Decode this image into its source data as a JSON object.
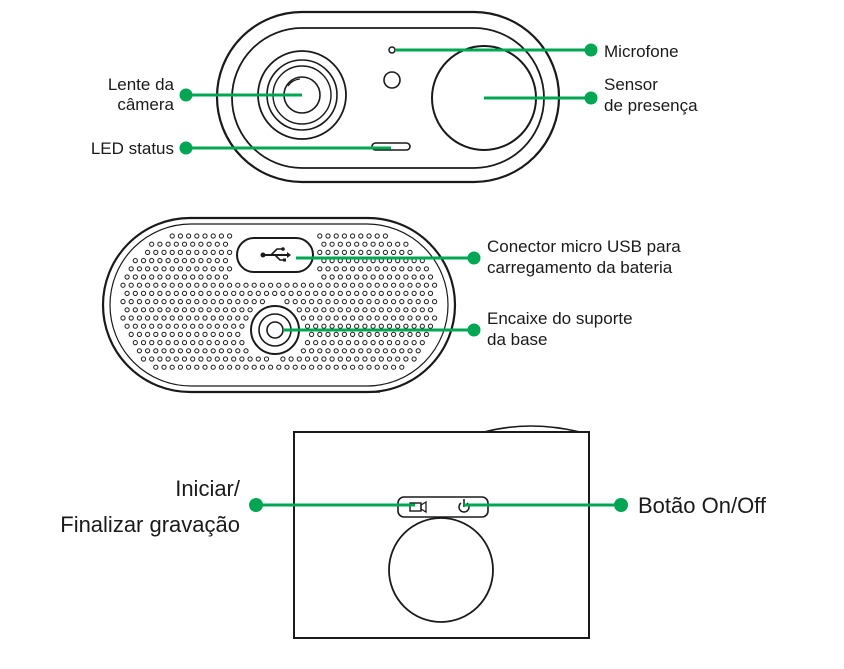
{
  "colors": {
    "accent": "#00a651",
    "outline": "#1a1a1a",
    "background": "#ffffff"
  },
  "top_view": {
    "microphone": "Microfone",
    "lens_line1": "Lente da",
    "lens_line2": "câmera",
    "sensor_line1": "Sensor",
    "sensor_line2": "de presença",
    "led": "LED status"
  },
  "back_view": {
    "usb_line1": "Conector micro USB para",
    "usb_line2": "carregamento da bateria",
    "mount_line1": "Encaixe do suporte",
    "mount_line2": "da base"
  },
  "side_view": {
    "record_line1": "Iniciar/",
    "record_line2": "Finalizar gravação",
    "power": "Botão On/Off"
  },
  "icons": [
    "usb-icon",
    "video-camera-icon",
    "power-icon"
  ]
}
